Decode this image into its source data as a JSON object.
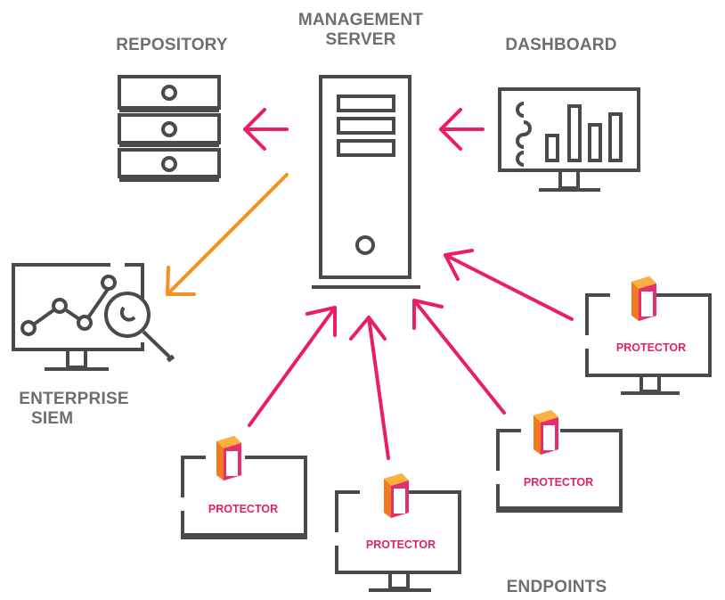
{
  "labels": {
    "repository": "REPOSITORY",
    "management_server_line1": "MANAGEMENT",
    "management_server_line2": "SERVER",
    "dashboard": "DASHBOARD",
    "enterprise_siem_line1": "ENTERPRISE",
    "enterprise_siem_line2": "SIEM",
    "endpoints": "ENDPOINTS"
  },
  "protector_label": "PROTECTOR",
  "colors": {
    "outline": "#4a4a4a",
    "label_gray": "#6d6e70",
    "arrow_pink": "#e91e63",
    "arrow_orange": "#f39220",
    "protector_text": "#e0245e",
    "logo_orange": "#f47a20",
    "logo_pink": "#e52e71"
  },
  "icons": [
    "repository-server-icon",
    "management-server-icon",
    "dashboard-monitor-icon",
    "siem-monitor-icon",
    "protector-logo-icon"
  ]
}
